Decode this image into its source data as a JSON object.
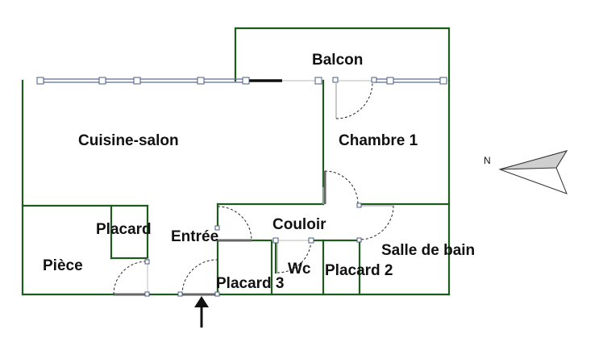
{
  "rooms": {
    "balcon": "Balcon",
    "cuisine_salon": "Cuisine-salon",
    "chambre": "Chambre 1",
    "couloir": "Couloir",
    "placard": "Placard",
    "entree": "Entrée",
    "salle_de_bain": "Salle de bain",
    "piece": "Pièce",
    "wc": "Wc",
    "placard2": "Placard 2",
    "placard3": "Placard 3"
  },
  "compass": {
    "label": "N"
  },
  "colors": {
    "wall": "#1f5a1f",
    "window": "#5a6aa0"
  },
  "icons": {
    "entrance": "arrow-up-icon",
    "compass": "compass-arrow-icon"
  }
}
